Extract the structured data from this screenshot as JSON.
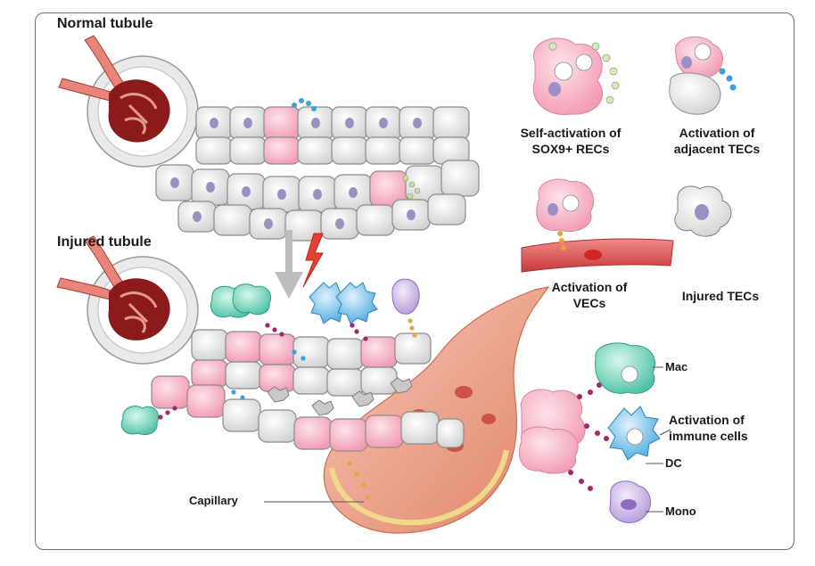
{
  "labels": {
    "normal_tubule": "Normal  tubule",
    "injured_tubule": "Injured tubule",
    "self_activation_line1": "Self-activation of",
    "self_activation_line2": "SOX9+ RECs",
    "adjacent_line1": "Activation of",
    "adjacent_line2": "adjacent TECs",
    "vecs_line1": "Activation of",
    "vecs_line2": "VECs",
    "injured_tecs": "Injured TECs",
    "mac": "Mac",
    "immune_line1": "Activation of",
    "immune_line2": "immune cells",
    "dc": "DC",
    "mono": "Mono",
    "capillary": "Capillary"
  },
  "colors": {
    "rec_pink": "#f4b9c8",
    "tec_gray": "#e6e6e6",
    "nucleus_purple": "#9c8fc4",
    "vessel_red": "#d9534f",
    "glomerulus": "#8b1a1a",
    "mac_teal": "#7fd8c2",
    "dc_blue": "#7cc6ea",
    "mono_lavender": "#c9b6e6",
    "bolt_red": "#e8402f",
    "capillary_skin": "#f0a98a",
    "vesicle_yellow": "#e0a83a",
    "vesicle_magenta": "#a3256a",
    "vesicle_blue": "#3aa0d8",
    "vesicle_green": "#c8dca6"
  },
  "icons": [
    "lightning-bolt-icon",
    "down-arrow-icon",
    "glomerulus-icon"
  ]
}
